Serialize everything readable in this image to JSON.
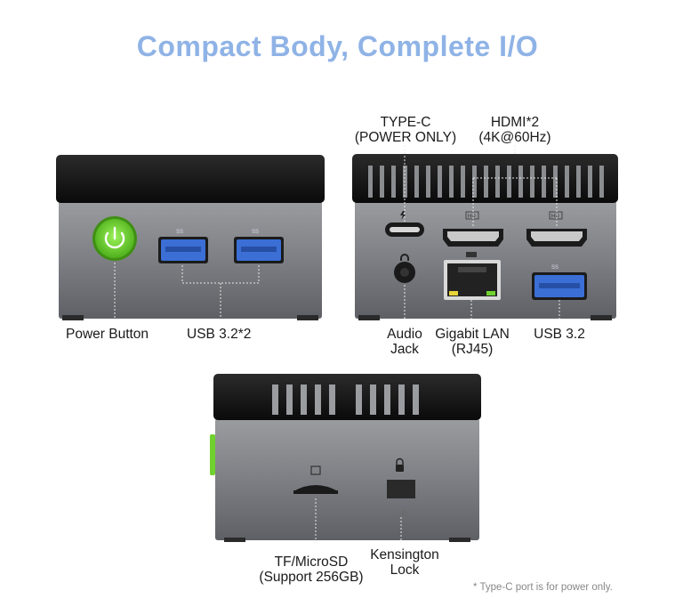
{
  "title": "Compact Body, Complete I/O",
  "labels": {
    "power_button": "Power Button",
    "usb32x2": "USB 3.2*2",
    "typec_line1": "TYPE-C",
    "typec_line2": "(POWER ONLY)",
    "hdmi_line1": "HDMI*2",
    "hdmi_line2": "(4K@60Hz)",
    "audio_line1": "Audio",
    "audio_line2": "Jack",
    "lan_line1": "Gigabit LAN",
    "lan_line2": "(RJ45)",
    "usb32": "USB 3.2",
    "tf_line1": "TF/MicroSD",
    "tf_line2": "(Support 256GB)",
    "kensington_line1": "Kensington",
    "kensington_line2": "Lock"
  },
  "port_marks": {
    "usb": "SS",
    "hdmi": "HD"
  },
  "note": "* Type-C port is for power only.",
  "colors": {
    "title": "#8fb3e6",
    "power_button": "#6fd12e",
    "usb_port": "#3b6fd6",
    "body": "#7c7e82",
    "top": "#111111"
  }
}
